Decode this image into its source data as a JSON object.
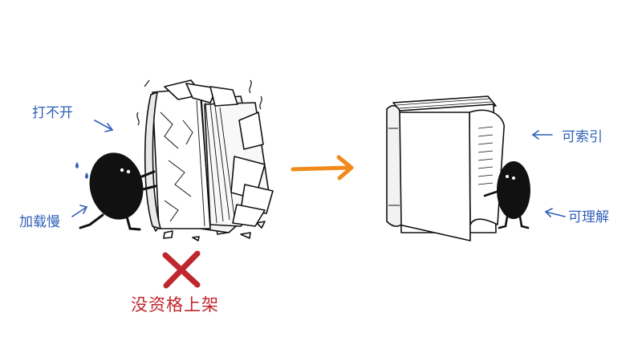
{
  "left_panel": {
    "labels": {
      "cannot_open": "打不开",
      "slow_loading": "加载慢"
    },
    "verdict": "没资格上架"
  },
  "right_panel": {
    "labels": {
      "indexable": "可索引",
      "understandable": "可理解"
    }
  },
  "colors": {
    "annotation": "#2f5fb8",
    "reject": "#c0262d",
    "arrow": "#f08a1c",
    "ink": "#111111"
  }
}
